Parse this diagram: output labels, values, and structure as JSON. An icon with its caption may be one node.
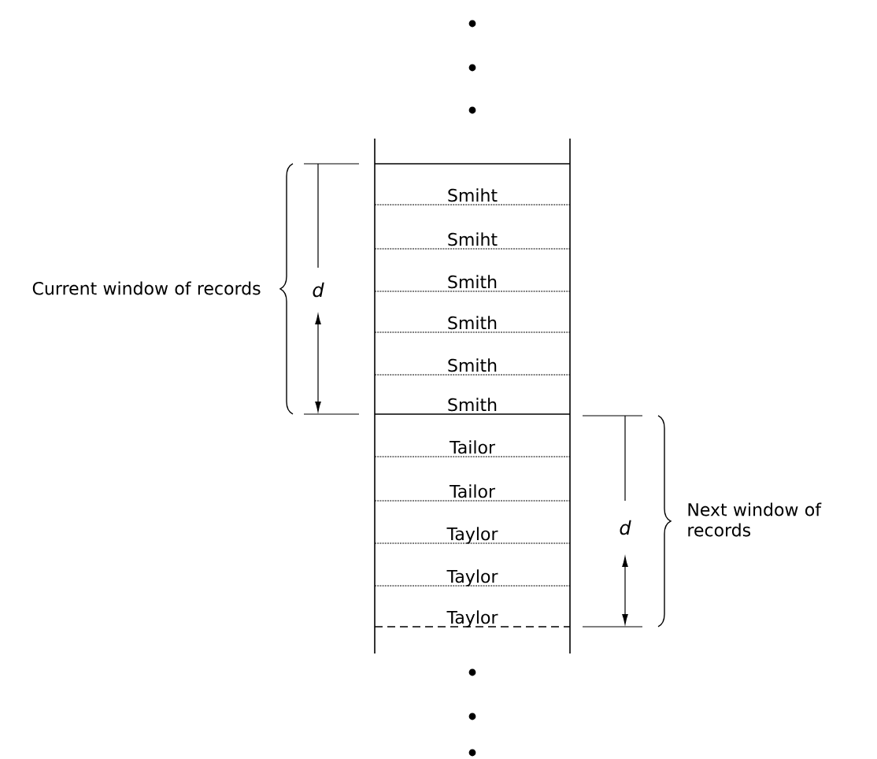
{
  "diagram": {
    "nodes": [
      {
        "text": [
          "Smiht"
        ]
      },
      {
        "text": [
          "Smiht"
        ]
      },
      {
        "text": [
          "Smith"
        ]
      },
      {
        "text": [
          "Smith"
        ]
      },
      {
        "text": [
          "Smith"
        ]
      },
      {
        "text": [
          "Smith"
        ]
      },
      {
        "text": [
          "Tailor"
        ]
      },
      {
        "text": [
          "Tailor"
        ]
      },
      {
        "text": [
          "Taylor"
        ]
      },
      {
        "text": [
          "Taylor"
        ]
      },
      {
        "text": [
          "Taylor"
        ]
      }
    ],
    "labels": [
      "Current window of records",
      "d",
      "Next window of records",
      "d"
    ]
  }
}
